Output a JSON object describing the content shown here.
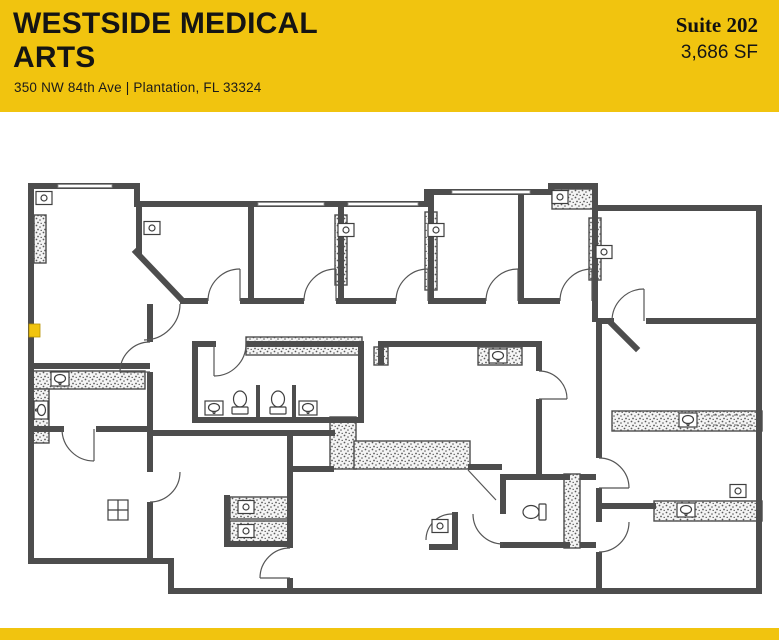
{
  "header": {
    "title_line1": "WESTSIDE MEDICAL",
    "title_line2": "ARTS",
    "address": "350 NW 84th Ave  |  Plantation, FL 33324",
    "suite_label": "Suite 202",
    "area_label": "3,686 SF"
  },
  "colors": {
    "brand_yellow": "#F1C40F",
    "wall_gray": "#4D4D4D",
    "text_black": "#141414"
  },
  "floorplan": {
    "type": "architectural-floor-plan",
    "suite": "Suite 202",
    "highlight_marker_color": "#F1C40F"
  }
}
